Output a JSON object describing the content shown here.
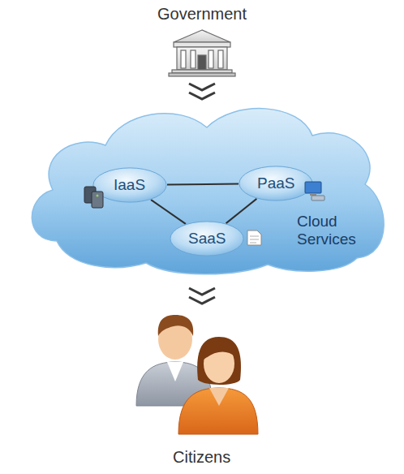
{
  "diagram": {
    "nodes": [
      {
        "text": [
          "Cloud Services"
        ]
      },
      {
        "text": [
          "IaaS"
        ],
        "in": 0
      },
      {
        "text": [
          "PaaS"
        ],
        "in": 0
      },
      {
        "text": [
          "SaaS"
        ],
        "in": 0
      }
    ],
    "edges": [
      {
        "from": 1,
        "to": 2,
        "arrow": "none"
      },
      {
        "from": 1,
        "to": 3,
        "arrow": "none"
      },
      {
        "from": 2,
        "to": 3,
        "arrow": "none"
      }
    ],
    "labels": [
      "Government",
      "Citizens"
    ]
  }
}
